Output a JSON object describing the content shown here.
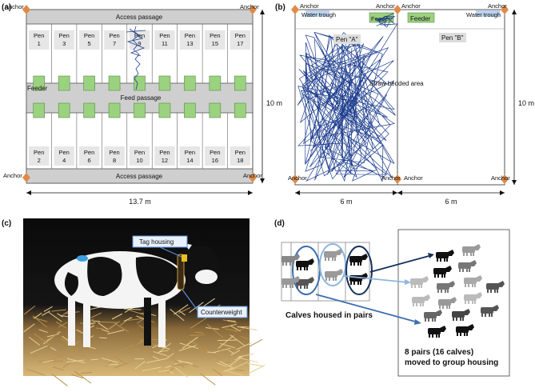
{
  "panel_a": {
    "label": "(a)",
    "anchor": "Anchor",
    "access_passage": "Access passage",
    "feed_passage": "Feed passage",
    "feeder": "Feeder",
    "pen_word": "Pen",
    "top_pens": [
      "1",
      "3",
      "5",
      "7",
      "9",
      "11",
      "13",
      "15",
      "17"
    ],
    "bottom_pens": [
      "2",
      "4",
      "6",
      "8",
      "10",
      "12",
      "14",
      "16",
      "18"
    ],
    "width_dim": "13.7 m",
    "height_dim": "10 m"
  },
  "panel_b": {
    "label": "(b)",
    "anchor": "Anchor",
    "water_trough": "Water trough",
    "feeder": "Feeder",
    "pen_a": "Pen \"A\"",
    "pen_b": "Pen \"B\"",
    "straw_area": "Straw bedded area",
    "left_dim": "6 m",
    "right_dim": "6 m",
    "height_dim": "10 m"
  },
  "panel_c": {
    "label": "(c)",
    "tag_housing": "Tag housing",
    "counterweight": "Counterweight"
  },
  "panel_d": {
    "label": "(d)",
    "pairs_caption": "Calves housed in pairs",
    "group_caption_1": "8 pairs (16 calves)",
    "group_caption_2": "moved to group housing"
  },
  "colors": {
    "pen_line": "#1f3f8f",
    "feeder_green": "#9bd27f",
    "passage_gray": "#cfcfcf",
    "anchor_orange": "#e08a4a"
  }
}
